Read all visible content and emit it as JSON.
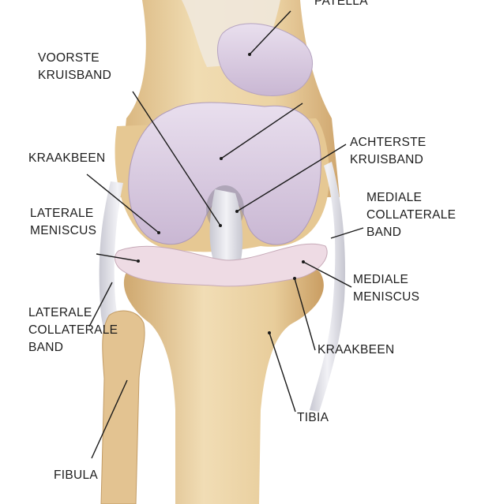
{
  "labels": {
    "patella": [
      "PATELLA"
    ],
    "anterior_cruciate": [
      "VOORSTE",
      "KRUISBAND"
    ],
    "cartilage_femur": [
      "KRAAKBEEN"
    ],
    "lateral_meniscus": [
      "LATERALE",
      "MENISCUS"
    ],
    "lateral_collateral": [
      "LATERALE",
      "COLLATERALE",
      "BAND"
    ],
    "fibula": [
      "FIBULA"
    ],
    "posterior_cruciate": [
      "ACHTERSTE",
      "KRUISBAND"
    ],
    "medial_collateral": [
      "MEDIALE",
      "COLLATERALE",
      "BAND"
    ],
    "medial_meniscus": [
      "MEDIALE",
      "MENISCUS"
    ],
    "cartilage_tibia": [
      "KRAAKBEEN"
    ],
    "tibia": [
      "TIBIA"
    ]
  },
  "colors": {
    "bone": "#e9cf9e",
    "bone_shadow": "#c9a36b",
    "cartilage": "#e0d3e6",
    "cartilage_shadow": "#b9a6c5",
    "ligament": "#e4e4ea",
    "meniscus": "#eedbe4",
    "leader_line": "#1a1a1a"
  }
}
